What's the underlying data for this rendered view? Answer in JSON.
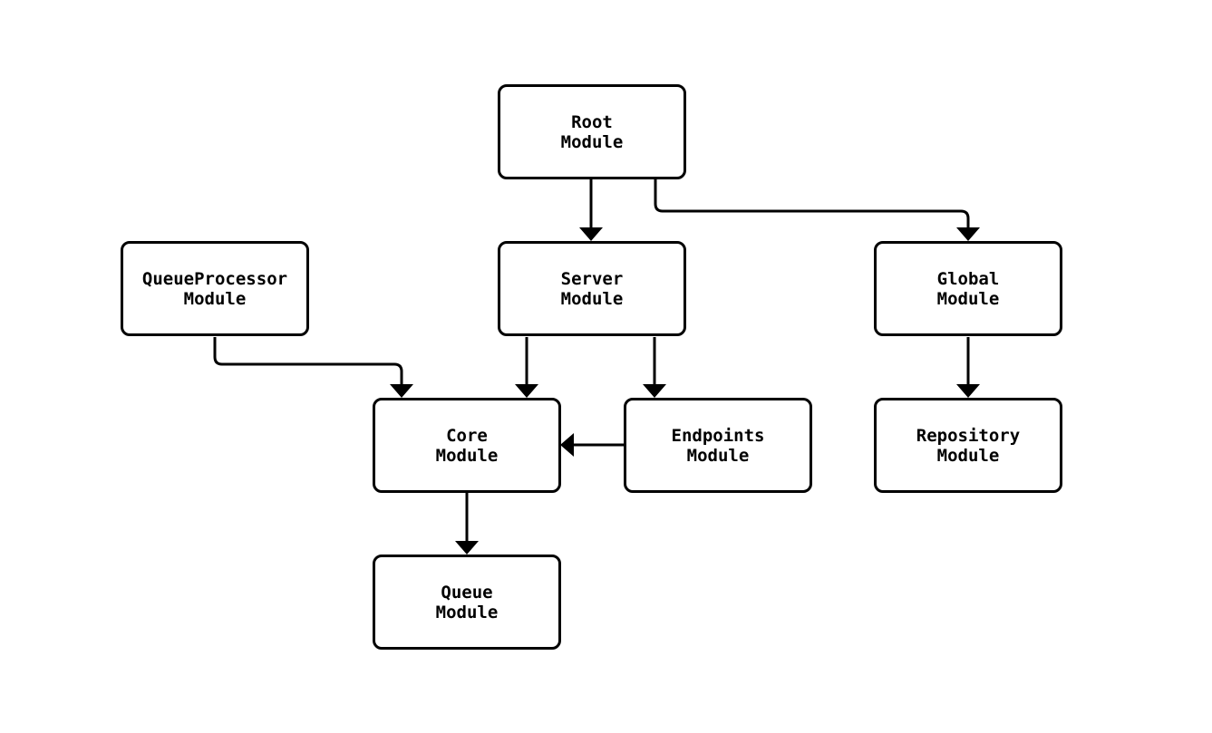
{
  "diagram": {
    "background_color": "#ffffff",
    "node_fill_color": "#ffffff",
    "node_border_color": "#000000",
    "edge_color": "#000000",
    "text_color": "#000000",
    "nodes": {
      "root": {
        "line1": "Root",
        "line2": "Module"
      },
      "queueprocessor": {
        "line1": "QueueProcessor",
        "line2": "Module"
      },
      "server": {
        "line1": "Server",
        "line2": "Module"
      },
      "global": {
        "line1": "Global",
        "line2": "Module"
      },
      "core": {
        "line1": "Core",
        "line2": "Module"
      },
      "endpoints": {
        "line1": "Endpoints",
        "line2": "Module"
      },
      "repository": {
        "line1": "Repository",
        "line2": "Module"
      },
      "queue": {
        "line1": "Queue",
        "line2": "Module"
      }
    },
    "edges": [
      {
        "from": "root",
        "to": "server"
      },
      {
        "from": "root",
        "to": "global"
      },
      {
        "from": "queueprocessor",
        "to": "core"
      },
      {
        "from": "server",
        "to": "core"
      },
      {
        "from": "server",
        "to": "endpoints"
      },
      {
        "from": "endpoints",
        "to": "core"
      },
      {
        "from": "global",
        "to": "repository"
      },
      {
        "from": "core",
        "to": "queue"
      }
    ]
  }
}
